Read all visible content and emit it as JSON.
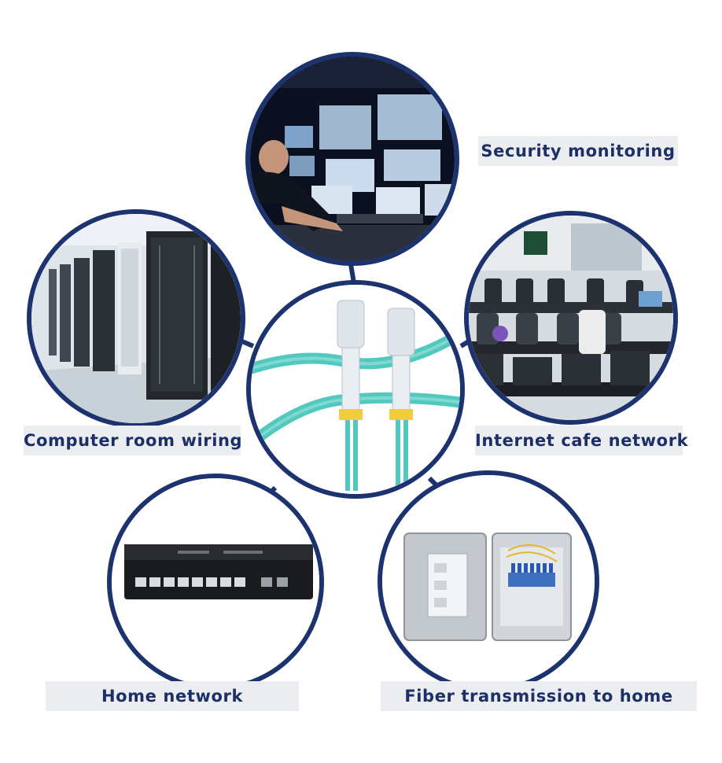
{
  "labels": {
    "security": "Security monitoring",
    "room": "Computer room wiring",
    "cafe": "Internet cafe network",
    "home": "Home network",
    "fiber": "Fiber transmission to home"
  },
  "colors": {
    "ring": "#1c3370",
    "label_text": "#1c2f66",
    "label_bg": "#ebedf1",
    "cable": "#52c9be",
    "connector": "#dfe5ea",
    "clip": "#f2cd3a"
  }
}
